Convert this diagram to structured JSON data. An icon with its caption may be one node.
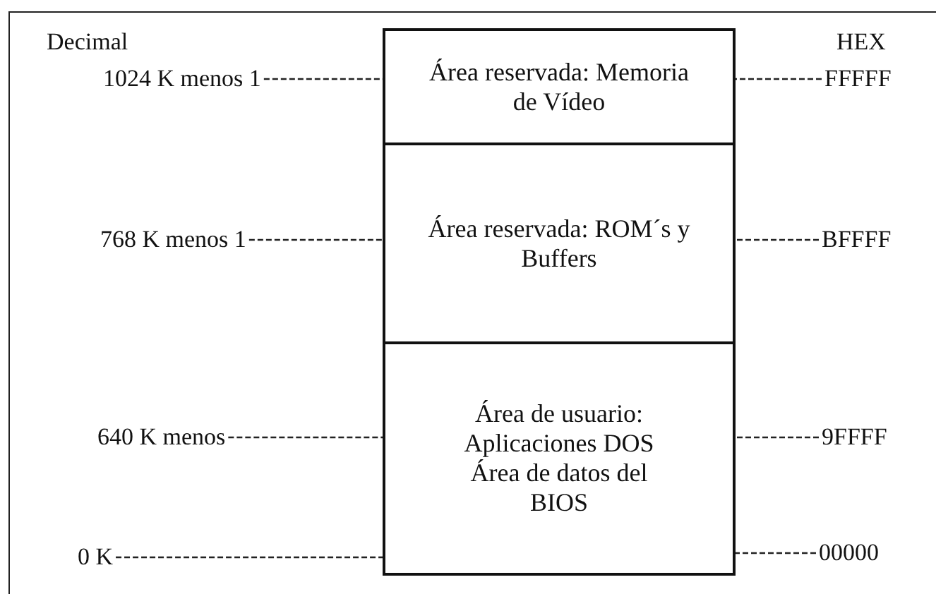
{
  "diagram": {
    "nodes": [
      {
        "text": [
          "Área reservada: Memoria de Vídeo"
        ]
      },
      {
        "text": [
          "Área reservada: ROM´s y Buffers"
        ]
      },
      {
        "text": [
          "Área de usuario: Aplicaciones DOS Área de datos del BIOS"
        ]
      },
      {
        "text": [
          "1024 K menos 1"
        ]
      },
      {
        "text": [
          "768 K menos 1"
        ]
      },
      {
        "text": [
          "640 K menos"
        ]
      },
      {
        "text": [
          "0 K"
        ]
      },
      {
        "text": [
          "FFFFF"
        ]
      },
      {
        "text": [
          "BFFFF"
        ]
      },
      {
        "text": [
          "9FFFF"
        ]
      },
      {
        "text": [
          "00000"
        ]
      }
    ],
    "edges": [
      {
        "from": 3,
        "to": 0,
        "arrow": "none",
        "style": "dashed"
      },
      {
        "from": 4,
        "to": 1,
        "arrow": "none",
        "style": "dashed"
      },
      {
        "from": 5,
        "to": 2,
        "arrow": "none",
        "style": "dashed"
      },
      {
        "from": 6,
        "to": 2,
        "arrow": "none",
        "style": "dashed"
      },
      {
        "from": 7,
        "to": 0,
        "arrow": "none",
        "style": "dashed"
      },
      {
        "from": 8,
        "to": 1,
        "arrow": "none",
        "style": "dashed"
      },
      {
        "from": 9,
        "to": 2,
        "arrow": "none",
        "style": "dashed"
      },
      {
        "from": 10,
        "to": 2,
        "arrow": "none",
        "style": "dashed"
      }
    ],
    "labels": [
      "Decimal",
      "HEX"
    ]
  }
}
